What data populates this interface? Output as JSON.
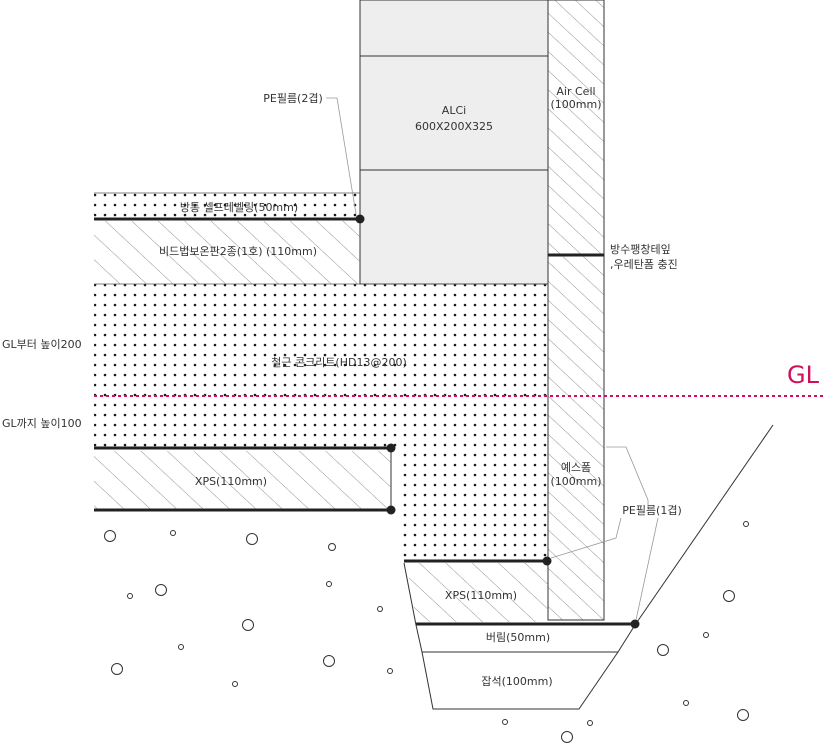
{
  "colors": {
    "line": "#222222",
    "thin": "#555555",
    "hatch": "#777777",
    "dots": "#1a1a1a",
    "block_fill": "#eeeeee",
    "gl_line": "#d0105a",
    "leader": "#9a9a9a"
  },
  "labels": {
    "pe_film_top": "PE필름(2겹)",
    "alc_name": "ALCi",
    "alc_size": "600X200X325",
    "air_cell_name": "Air Cell",
    "air_cell_thk": "(100mm)",
    "self_leveling": "방통 셀프레벨링(50mm)",
    "bead_insulation": "비드법보온판2종(1호) (110mm)",
    "waterstop_line1": "방수팽창테잎",
    "waterstop_line2": ",우레탄폼 충진",
    "height_from_gl": "GL부터 높이200",
    "rc_concrete": "철근 콘크리트(HD13@200)",
    "gl": "GL",
    "height_to_gl": "GL까지 높이100",
    "xps_left": "XPS(110mm)",
    "esfoam_name": "예스폼",
    "esfoam_thk": "(100mm)",
    "pe_film_bottom": "PE필름(1겹)",
    "xps_bottom": "XPS(110mm)",
    "blinding": "버림(50mm)",
    "gravel": "잡석(100mm)"
  }
}
